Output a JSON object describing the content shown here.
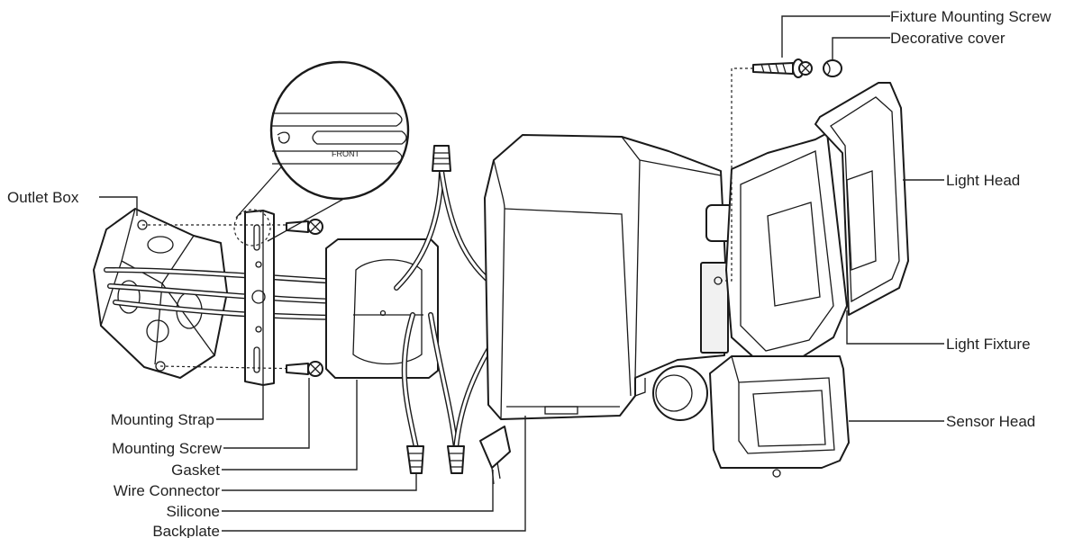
{
  "labels": {
    "fixture_mounting_screw": "Fixture Mounting Screw",
    "decorative_cover": "Decorative cover",
    "light_head": "Light Head",
    "light_fixture": "Light Fixture",
    "sensor_head": "Sensor Head",
    "outlet_box": "Outlet Box",
    "mounting_strap": "Mounting Strap",
    "mounting_screw": "Mounting Screw",
    "gasket": "Gasket",
    "wire_connector": "Wire Connector",
    "silicone": "Silicone",
    "backplate": "Backplate",
    "front_marking": "FRONT"
  },
  "colors": {
    "line": "#222222",
    "background": "#ffffff"
  }
}
